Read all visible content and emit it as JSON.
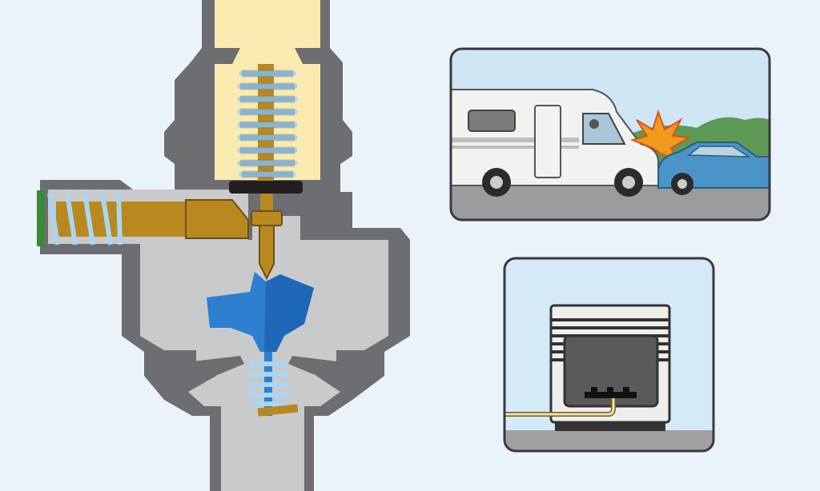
{
  "illustration": {
    "main": "regulator-valve-cutaway",
    "insets": [
      "vehicle-collision-scene",
      "appliance-with-gas-line"
    ]
  },
  "colors": {
    "background": "#eaf3fa",
    "valve_body": "#6d6e71",
    "valve_interior": "#c9cacc",
    "upper_chamber": "#fbeab0",
    "spring": "#a9d6f2",
    "brass": "#b8891e",
    "diaphragm": "#2f7fd0",
    "panel_border": "#3a3a3c",
    "sky": "#cfe6f5",
    "hills": "#5e9a55",
    "car": "#4a94c8",
    "explosion": "#f39a1e",
    "gas_line": "#f3e3a6"
  }
}
